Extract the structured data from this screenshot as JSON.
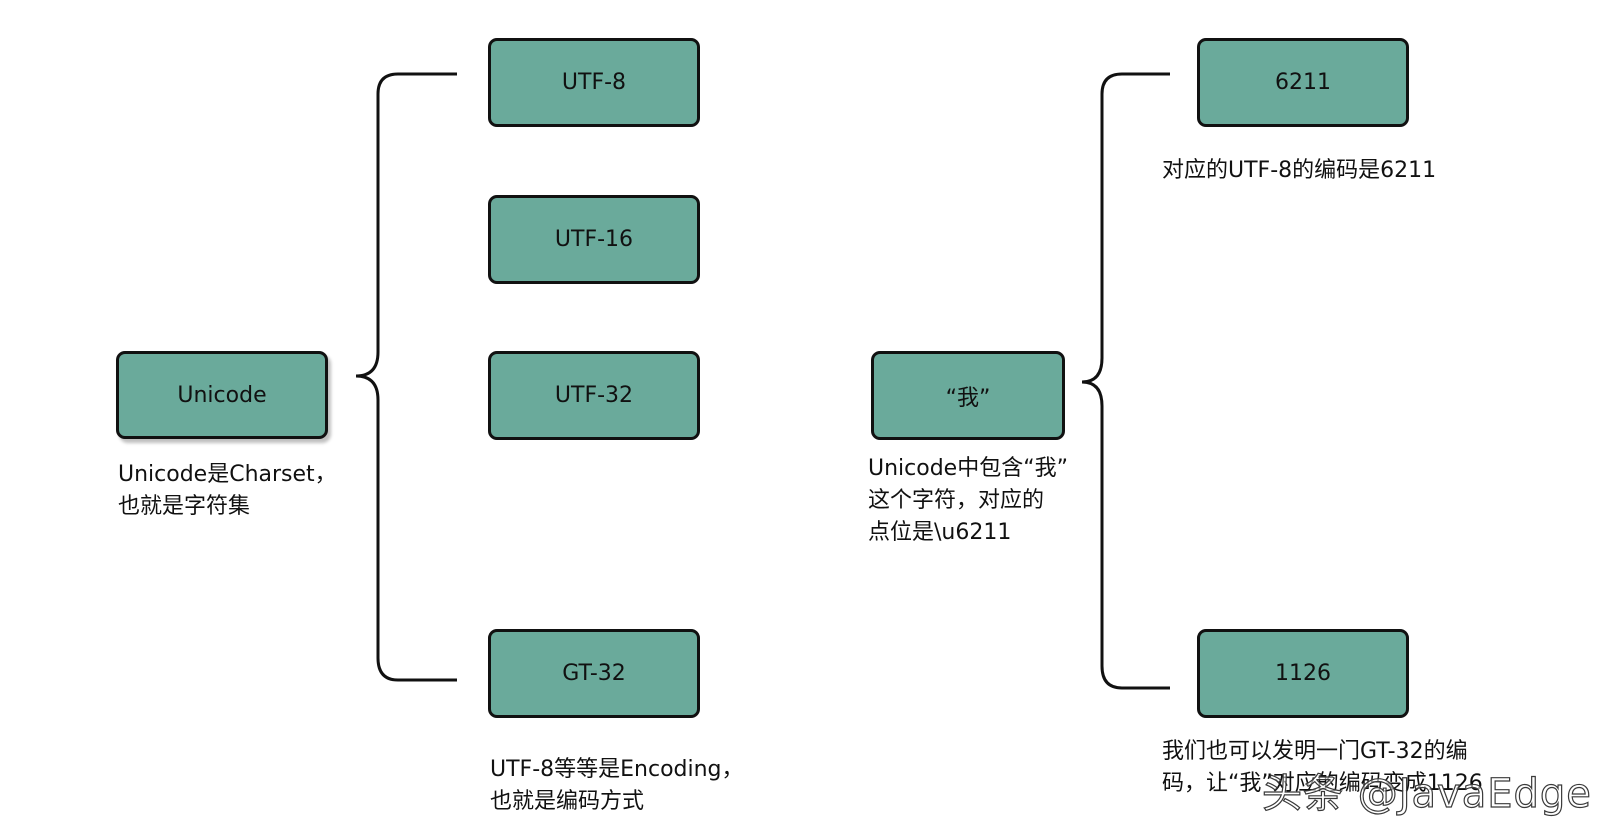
{
  "left_diagram": {
    "root": "Unicode",
    "root_note": [
      "Unicode是Charset，",
      "也就是字符集"
    ],
    "children": [
      "UTF-8",
      "UTF-16",
      "UTF-32",
      "GT-32"
    ],
    "children_note": [
      "UTF-8等等是Encoding，",
      "也就是编码方式"
    ]
  },
  "right_diagram": {
    "root": "“我”",
    "root_note": [
      "Unicode中包含“我”",
      "这个字符，对应的",
      "点位是\\u6211"
    ],
    "top_child": "6211",
    "top_note": "对应的UTF-8的编码是6211",
    "bottom_child": "1126",
    "bottom_note": [
      "我们也可以发明一门GT-32的编",
      "码，让“我”对应的编码变成1126"
    ]
  },
  "watermark": "头条 @JavaEdge",
  "colors": {
    "node_fill": "#6aaa9b",
    "stroke": "#111111",
    "background": "#ffffff"
  }
}
